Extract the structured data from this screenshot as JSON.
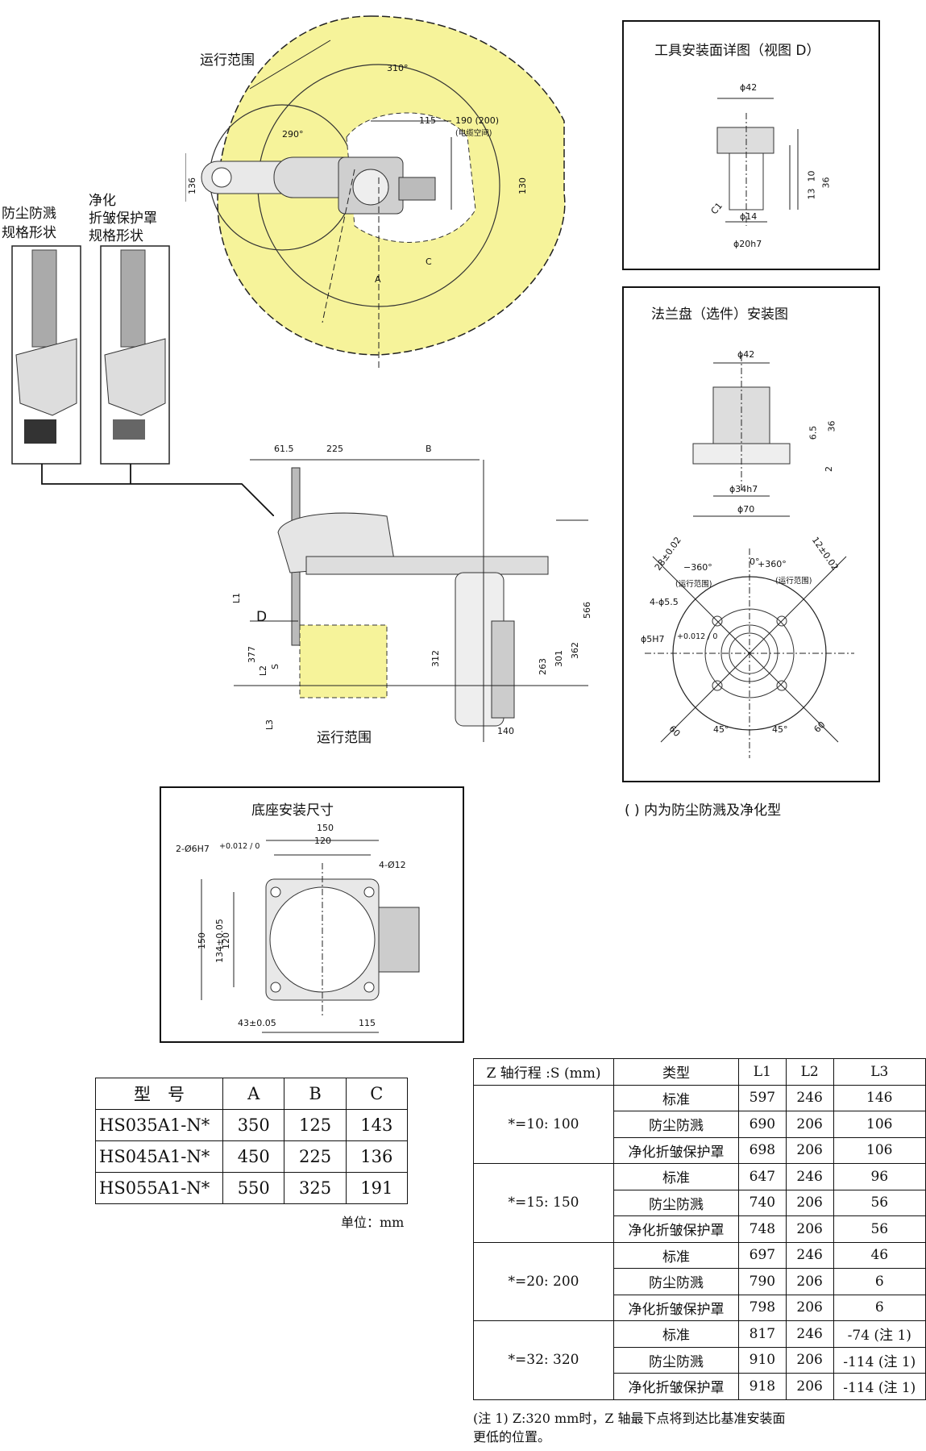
{
  "top_view": {
    "range_label": "运行范围",
    "angle_310": "310°",
    "angle_290": "290°",
    "dim_115": "115",
    "dim_190": "190 (200)",
    "cable_space": "(电缆空间)",
    "dim_136": "136",
    "dim_130": "130",
    "label_A": "A",
    "label_C": "C"
  },
  "bellows": {
    "dustproof_line1": "防尘防溅",
    "dustproof_line2": "规格形状",
    "clean_line1": "净化",
    "clean_line2": "折皱保护罩",
    "clean_line3": "规格形状"
  },
  "side_view": {
    "dim_61_5": "61.5",
    "dim_225": "225",
    "label_B": "B",
    "label_L1": "L1",
    "label_D": "D",
    "dim_377": "377",
    "label_L2": "L2",
    "label_S": "S",
    "label_L3": "L3",
    "dim_312": "312",
    "dim_263": "263",
    "dim_301": "301",
    "dim_362": "362",
    "dim_566": "566",
    "dim_140": "140",
    "range_label": "运行范围"
  },
  "tool_detail": {
    "title": "工具安装面详图（视图 D）",
    "phi42": "ϕ42",
    "dim_10": "10",
    "dim_13": "13",
    "dim_36": "36",
    "c1": "C1",
    "phi14": "ϕ14",
    "phi20": "ϕ20h7"
  },
  "flange": {
    "title": "法兰盘（选件）安装图",
    "phi42": "ϕ42",
    "dim_6_5": "6.5",
    "dim_36": "36",
    "dim_2": "2",
    "phi34": "ϕ34h7",
    "phi70": "ϕ70",
    "dim_28": "28±0.02",
    "dim_12": "12±0.02",
    "minus360": "−360°",
    "plus360": "+360°",
    "zero": "0°",
    "range_left": "(运行范围)",
    "range_right": "(运行范围)",
    "holes": "4-ϕ5.5",
    "pin": "ϕ5H7",
    "pin_tol": "+0.012 / 0",
    "dim_60a": "60",
    "dim_45a": "45°",
    "dim_45b": "45°",
    "dim_60b": "60"
  },
  "paren_note": "(    ) 内为防尘防溅及净化型",
  "base": {
    "title": "底座安装尺寸",
    "dim_150": "150",
    "dim_120": "120",
    "pins": "2-Ø6H7",
    "pins_tol": "+0.012 / 0",
    "holes": "4-Ø12",
    "dim_150v": "150",
    "dim_134": "134±0.05",
    "dim_120v": "120",
    "dim_43": "43±0.05",
    "dim_115": "115"
  },
  "model_table": {
    "headers": [
      "型　号",
      "A",
      "B",
      "C"
    ],
    "rows": [
      [
        "HS035A1-N*",
        "350",
        "125",
        "143"
      ],
      [
        "HS045A1-N*",
        "450",
        "225",
        "136"
      ],
      [
        "HS055A1-N*",
        "550",
        "325",
        "191"
      ]
    ],
    "unit": "单位：mm"
  },
  "stroke_table": {
    "headers": [
      "Z 轴行程 :S (mm)",
      "类型",
      "L1",
      "L2",
      "L3"
    ],
    "groups": [
      {
        "stroke": "*=10: 100",
        "rows": [
          [
            "标准",
            "597",
            "246",
            "146"
          ],
          [
            "防尘防溅",
            "690",
            "206",
            "106"
          ],
          [
            "净化折皱保护罩",
            "698",
            "206",
            "106"
          ]
        ]
      },
      {
        "stroke": "*=15: 150",
        "rows": [
          [
            "标准",
            "647",
            "246",
            "96"
          ],
          [
            "防尘防溅",
            "740",
            "206",
            "56"
          ],
          [
            "净化折皱保护罩",
            "748",
            "206",
            "56"
          ]
        ]
      },
      {
        "stroke": "*=20: 200",
        "rows": [
          [
            "标准",
            "697",
            "246",
            "46"
          ],
          [
            "防尘防溅",
            "790",
            "206",
            "6"
          ],
          [
            "净化折皱保护罩",
            "798",
            "206",
            "6"
          ]
        ]
      },
      {
        "stroke": "*=32: 320",
        "rows": [
          [
            "标准",
            "817",
            "246",
            "-74 (注 1)"
          ],
          [
            "防尘防溅",
            "910",
            "206",
            "-114 (注 1)"
          ],
          [
            "净化折皱保护罩",
            "918",
            "206",
            "-114 (注 1)"
          ]
        ]
      }
    ]
  },
  "footnote_line1": "(注 1) Z:320 mm时，Z 轴最下点将到达比基准安装面",
  "footnote_line2": "更低的位置。"
}
